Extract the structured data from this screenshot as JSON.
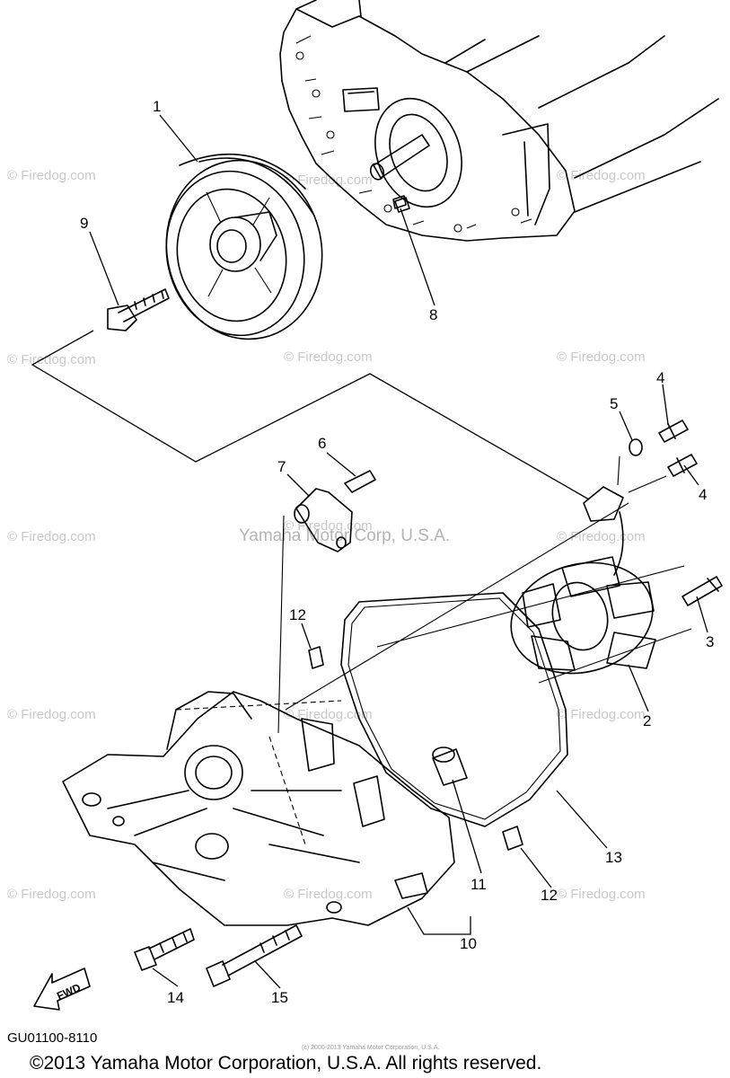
{
  "watermarks": {
    "tile_text": "© Firedog.com",
    "center_text": "Yamaha Motor Corp, U.S.A.",
    "tiny_text": "(c) 2000-2013 Yamaha Motor Corporation, U.S.A."
  },
  "callouts": [
    {
      "id": "c1",
      "label": "1"
    },
    {
      "id": "c2",
      "label": "2"
    },
    {
      "id": "c3",
      "label": "3"
    },
    {
      "id": "c4a",
      "label": "4"
    },
    {
      "id": "c4b",
      "label": "4"
    },
    {
      "id": "c5",
      "label": "5"
    },
    {
      "id": "c6",
      "label": "6"
    },
    {
      "id": "c7",
      "label": "7"
    },
    {
      "id": "c8",
      "label": "8"
    },
    {
      "id": "c9",
      "label": "9"
    },
    {
      "id": "c10",
      "label": "10"
    },
    {
      "id": "c11",
      "label": "11"
    },
    {
      "id": "c12a",
      "label": "12"
    },
    {
      "id": "c12b",
      "label": "12"
    },
    {
      "id": "c13",
      "label": "13"
    },
    {
      "id": "c14",
      "label": "14"
    },
    {
      "id": "c15",
      "label": "15"
    }
  ],
  "fwd_label": "FWD",
  "diagram_code": "GU01100-8110",
  "copyright": "©2013 Yamaha Motor Corporation, U.S.A. All rights reserved."
}
